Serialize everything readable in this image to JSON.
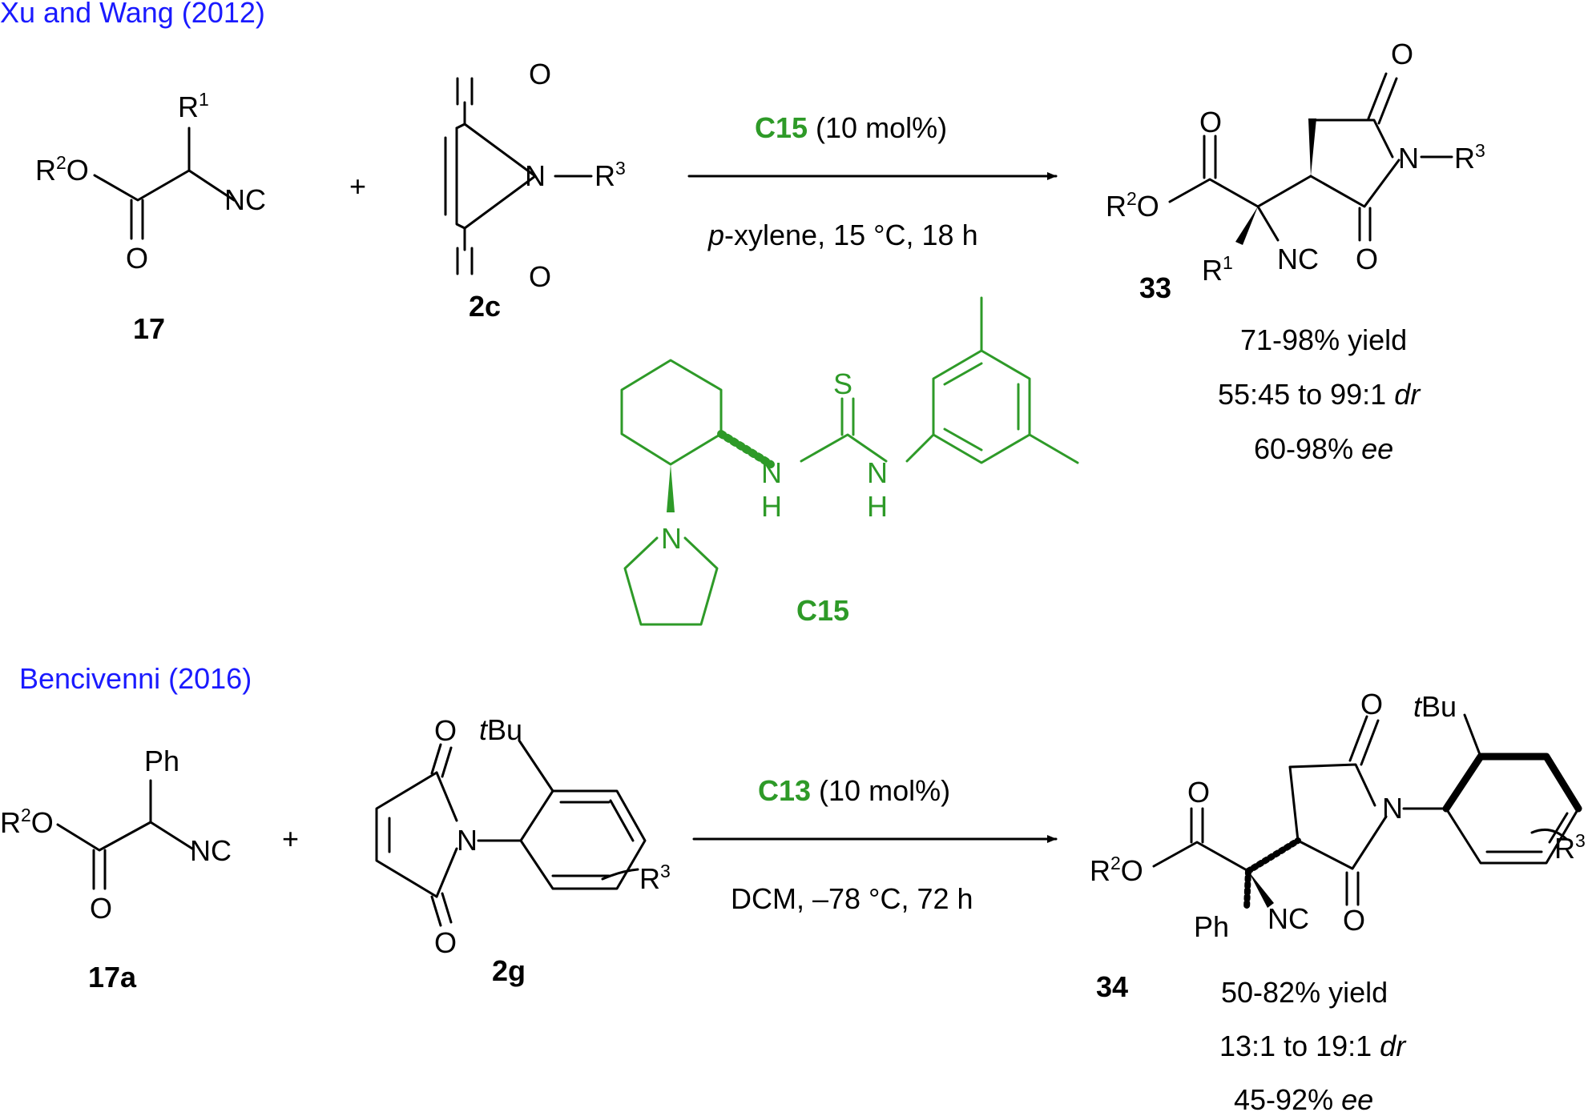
{
  "scheme1": {
    "heading": "Xu and Wang (2012)",
    "sm1": {
      "ester": "R",
      "ester_sup": "2",
      "ester_tail": "O",
      "r": "R",
      "r_sup": "1",
      "nc": "NC",
      "o": "O",
      "label": "17"
    },
    "plus": "+",
    "sm2": {
      "o_top": "O",
      "o_bot": "O",
      "n": "N",
      "r": "R",
      "r_sup": "3",
      "label": "2c"
    },
    "conditions": {
      "catalyst": "C15",
      "loading": " (10 mol%)",
      "solvent_italic": "p",
      "solvent_rest": "-xylene, 15 °C, 18 h"
    },
    "product": {
      "o_ester": "O",
      "ester": "R",
      "ester_sup": "2",
      "ester_tail": "O",
      "r": "R",
      "r_sup": "1",
      "nc": "NC",
      "o_top": "O",
      "o_bot": "O",
      "n": "N",
      "r3": "R",
      "r3_sup": "3",
      "label": "33"
    },
    "results": {
      "yield": "71-98% yield",
      "dr_value": "55:45 to 99:1 ",
      "dr_unit": "dr",
      "ee_value": "60-98% ",
      "ee_unit": "ee"
    },
    "catalyst": {
      "s": "S",
      "n1": "N",
      "h1": "H",
      "n2": "N",
      "h2": "H",
      "n3": "N",
      "label": "C15"
    }
  },
  "scheme2": {
    "heading": "Bencivenni (2016)",
    "sm1": {
      "ph": "Ph",
      "ester": "R",
      "ester_sup": "2",
      "ester_tail": "O",
      "nc": "NC",
      "o": "O",
      "label": "17a"
    },
    "plus": "+",
    "sm2": {
      "o_top": "O",
      "o_bot": "O",
      "n": "N",
      "tbu_italic": "t",
      "tbu_rest": "Bu",
      "r": "R",
      "r_sup": "3",
      "label": "2g"
    },
    "conditions": {
      "catalyst": "C13",
      "loading": " (10 mol%)",
      "solvent": "DCM, –78 °C, 72 h"
    },
    "product": {
      "o_ester": "O",
      "ester": "R",
      "ester_sup": "2",
      "ester_tail": "O",
      "ph": "Ph",
      "nc": "NC",
      "o_top": "O",
      "o_bot": "O",
      "n": "N",
      "tbu_italic": "t",
      "tbu_rest": "Bu",
      "r3": "R",
      "r3_sup": "3",
      "label": "34"
    },
    "results": {
      "yield": "50-82% yield",
      "dr_value": "13:1 to 19:1 ",
      "dr_unit": "dr",
      "ee_value": "45-92% ",
      "ee_unit": "ee"
    }
  },
  "colors": {
    "heading": "#1a1aff",
    "catalyst": "#2e9a28",
    "bonds": "#000000"
  }
}
